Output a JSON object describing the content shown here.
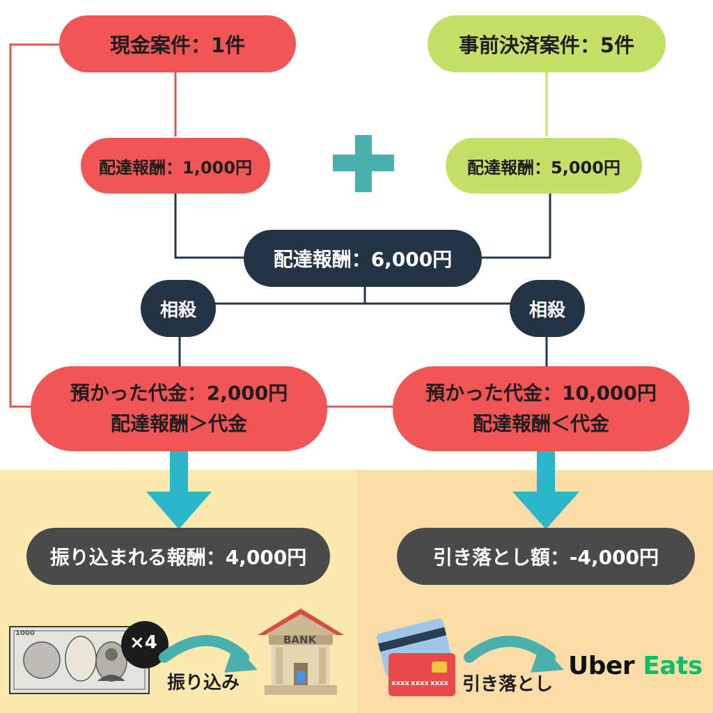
{
  "top": {
    "cash_cases": "現金案件：1件",
    "prepaid_cases": "事前決済案件：5件"
  },
  "mid": {
    "cash_reward": "配達報酬：1,000円",
    "prepaid_reward": "配達報酬：5,000円",
    "total_reward": "配達報酬：6,000円",
    "offset_left": "相殺",
    "offset_right": "相殺"
  },
  "result": {
    "left_line1": "預かった代金：2,000円",
    "left_line2": "配達報酬＞代金",
    "right_line1": "預かった代金：10,000円",
    "right_line2": "配達報酬＜代金",
    "transfer_amount": "振り込まれる報酬：4,000円",
    "debit_amount": "引き落とし額：-4,000円"
  },
  "bottom": {
    "bill_denomination": "1000",
    "multiplier": "×4",
    "transfer_label": "振り込み",
    "bank_sign": "BANK",
    "card_number_groups": [
      "xxxx",
      "xxxx",
      "xxxx"
    ],
    "debit_label": "引き落とし",
    "brand_uber": "Uber",
    "brand_eats": "Eats"
  },
  "colors": {
    "red": "#f25555",
    "lime": "#c5e069",
    "navy": "#243445",
    "teal_plus": "#49b0ad",
    "arrow_cyan": "#2cb6c9",
    "uber_green": "#06c167"
  }
}
